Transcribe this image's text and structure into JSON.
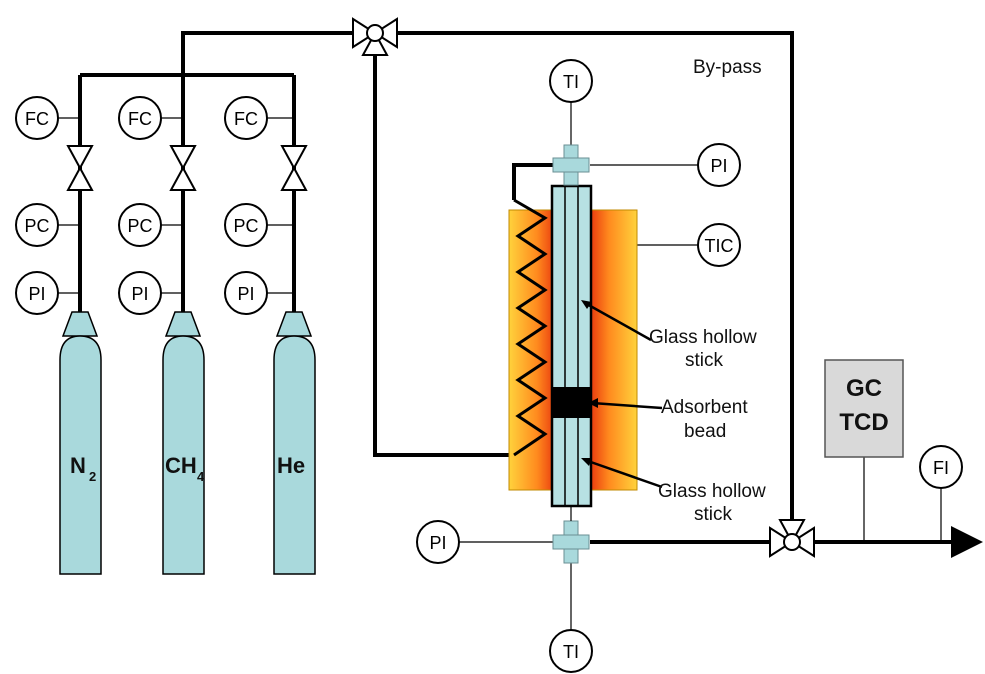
{
  "diagram": {
    "cylinders": [
      {
        "id": "n2",
        "main": "N",
        "sub": "2"
      },
      {
        "id": "ch4",
        "main": "CH",
        "sub": "4"
      },
      {
        "id": "he",
        "main": "He",
        "sub": ""
      }
    ],
    "instruments": {
      "fc": "FC",
      "pc": "PC",
      "pi": "PI",
      "ti": "TI",
      "tic": "TIC",
      "fi": "FI"
    },
    "labels": {
      "bypass": "By-pass",
      "glass_top_1": "Glass hollow",
      "glass_top_2": "stick",
      "adsorbent_1": "Adsorbent",
      "adsorbent_2": "bead",
      "glass_bottom_1": "Glass hollow",
      "glass_bottom_2": "stick"
    },
    "gc": {
      "line1": "GC",
      "line2": "TCD"
    },
    "colors": {
      "cylinder": "#a9d9dc",
      "tube": "#b7e1e3",
      "heater_outer": "#ffd23c",
      "heater_inner": "#e01a08",
      "gc_box": "#d9d9d9",
      "bead": "#000000"
    }
  }
}
